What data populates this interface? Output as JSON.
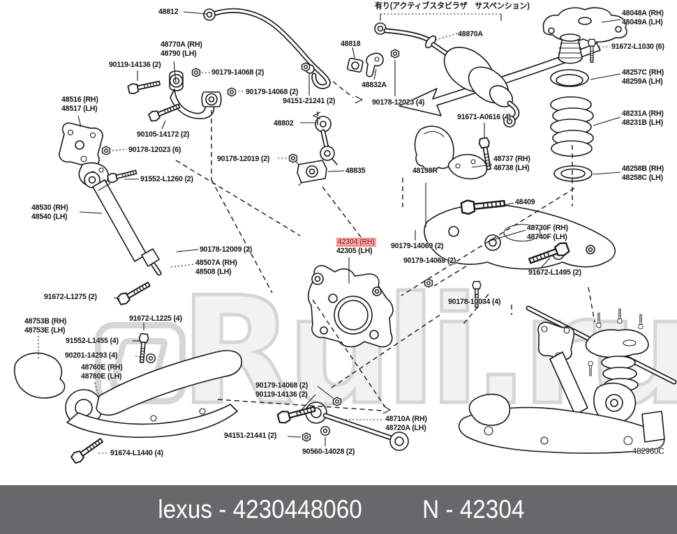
{
  "watermark": {
    "text": "Ruli.ru",
    "color": "#d6d6d6"
  },
  "footer": {
    "left_text": "lexus - 4230448060",
    "right_text": "N - 42304",
    "bg": "#66686a",
    "fg": "#ffffff"
  },
  "diagram": {
    "note_jp": "有り(アクティブスタビラザ　サスペンション)",
    "drawing_code": "482960C",
    "highlight": {
      "bg": "#f4918b",
      "fg": "#b01f24",
      "part": "42304 (RH)"
    },
    "labels": [
      {
        "lines": [
          "48812"
        ]
      },
      {
        "lines": [
          "48770A (RH)",
          "48790 (LH)"
        ]
      },
      {
        "lines": [
          "90119-14136 (2)"
        ]
      },
      {
        "lines": [
          "90179-14068 (2)"
        ]
      },
      {
        "lines": [
          "90179-14068 (2)"
        ]
      },
      {
        "lines": [
          "94151-21241 (2)"
        ]
      },
      {
        "lines": [
          "48818"
        ]
      },
      {
        "lines": [
          "48832A"
        ]
      },
      {
        "lines": [
          "90178-12023 (4)"
        ]
      },
      {
        "lines": [
          "90178-12023 (6)"
        ]
      },
      {
        "lines": [
          "90105-14172 (2)"
        ]
      },
      {
        "lines": [
          "48516 (RH)",
          "48517 (LH)"
        ]
      },
      {
        "lines": [
          "48530 (RH)",
          "48540 (LH)"
        ]
      },
      {
        "lines": [
          "91552-L1260 (2)"
        ]
      },
      {
        "lines": [
          "90178-12019 (2)"
        ]
      },
      {
        "lines": [
          "48802"
        ]
      },
      {
        "lines": [
          "48835"
        ]
      },
      {
        "lines": [
          "48870A"
        ]
      },
      {
        "lines": [
          "48048A (RH)",
          "48049A (LH)"
        ]
      },
      {
        "lines": [
          "91672-L1030 (6)"
        ]
      },
      {
        "lines": [
          "48257C (RH)",
          "48259A (LH)"
        ]
      },
      {
        "lines": [
          "48231A (RH)",
          "48231B (LH)"
        ]
      },
      {
        "lines": [
          "48258B (RH)",
          "48258C (LH)"
        ]
      },
      {
        "lines": [
          "91671-A0616 (4)"
        ]
      },
      {
        "lines": [
          "48198R"
        ]
      },
      {
        "lines": [
          "48737 (RH)",
          "48738 (LH)"
        ]
      },
      {
        "lines": [
          "48409"
        ]
      },
      {
        "lines": [
          "90178-12009 (2)"
        ]
      },
      {
        "lines": [
          "48507A (RH)",
          "48508 (LH)"
        ]
      },
      {
        "lines": [
          "42304 (RH)",
          "42305 (LH)"
        ]
      },
      {
        "lines": [
          "90179-14069 (2)"
        ]
      },
      {
        "lines": [
          "90179-14068 (2)"
        ]
      },
      {
        "lines": [
          "48730F (RH)",
          "48740F (LH)"
        ]
      },
      {
        "lines": [
          "91672-L1495 (2)"
        ]
      },
      {
        "lines": [
          "90178-10034 (4)"
        ]
      },
      {
        "lines": [
          "91672-L1275 (2)"
        ]
      },
      {
        "lines": [
          "48753B (RH)",
          "48753E (LH)"
        ]
      },
      {
        "lines": [
          "91672-L1225 (4)"
        ]
      },
      {
        "lines": [
          "91552-L1455 (4)"
        ]
      },
      {
        "lines": [
          "90201-14293 (4)"
        ]
      },
      {
        "lines": [
          "48760E (RH)",
          "48780E (LH)"
        ]
      },
      {
        "lines": [
          "90179-14068 (2)"
        ]
      },
      {
        "lines": [
          "90119-14136 (2)"
        ]
      },
      {
        "lines": [
          "48710A (RH)",
          "48720A (LH)"
        ]
      },
      {
        "lines": [
          "94151-21441 (2)"
        ]
      },
      {
        "lines": [
          "90560-14028 (2)"
        ]
      },
      {
        "lines": [
          "91674-L1440 (4)"
        ]
      },
      {
        "lines": [
          "482960C"
        ]
      }
    ]
  }
}
